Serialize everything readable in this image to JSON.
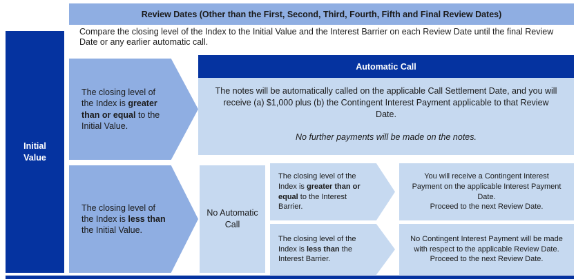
{
  "colors": {
    "dark_blue": "#0533A0",
    "medium_blue": "#8FAEE2",
    "light_blue": "#C6D9F0"
  },
  "header": {
    "title": "Review Dates (Other than the First, Second, Third, Fourth, Fifth and Final Review Dates)"
  },
  "intro": {
    "text": "Compare the closing level of the Index to the Initial Value and the Interest Barrier on each Review Date until the final Review Date or any earlier automatic call."
  },
  "initial_value": {
    "label": "Initial\nValue"
  },
  "branch_call": {
    "condition": {
      "before": "The closing level of the Index is ",
      "bold": "greater than or equal",
      "after": " to the Initial Value."
    },
    "header": "Automatic Call",
    "body_line1": "The notes will be automatically called on the applicable Call Settlement Date, and you will receive (a) $1,000 plus (b) the Contingent Interest Payment applicable to that Review Date.",
    "body_line2": "No further payments will be made on the notes."
  },
  "branch_no_call": {
    "condition": {
      "before": "The closing level of the Index is ",
      "bold": "less than",
      "after": " the Initial Value."
    },
    "label": "No Automatic Call",
    "sub_above": {
      "condition": {
        "before": "The closing level of the Index is ",
        "bold": "greater than or equal",
        "after": " to the Interest Barrier."
      },
      "outcome": "You will receive a Contingent Interest Payment on the applicable Interest Payment Date.\nProceed to the next Review Date."
    },
    "sub_below": {
      "condition": {
        "before": "The closing level of the Index is ",
        "bold": "less than",
        "after": " the Interest Barrier."
      },
      "outcome": "No Contingent Interest Payment will be made with respect to the applicable Review Date.\nProceed to the next Review Date."
    }
  }
}
